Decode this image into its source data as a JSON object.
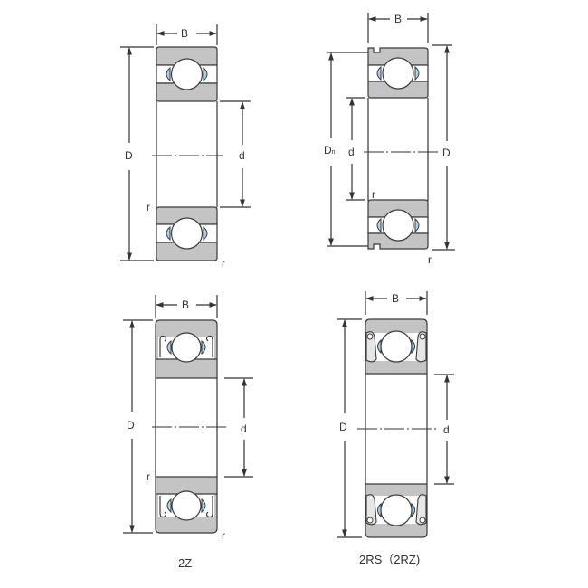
{
  "colors": {
    "ring_fill": "#c4c4c4",
    "ring_stroke": "#3a3a3a",
    "ball_fill": "#ffffff",
    "cage_fill": "#a9d4f0",
    "line": "#333333",
    "text": "#333333",
    "background": "#ffffff"
  },
  "diagrams": [
    {
      "id": "open",
      "labels": {
        "B": "B",
        "D": "D",
        "d": "d",
        "r_inner": "r",
        "r_outer": "r"
      },
      "caption": ""
    },
    {
      "id": "snap-ring-groove",
      "labels": {
        "B": "B",
        "Dn_main": "D",
        "Dn_sub": "n",
        "d": "d",
        "D": "D",
        "r_inner": "r",
        "r_outer": "r"
      },
      "caption": ""
    },
    {
      "id": "2Z",
      "labels": {
        "B": "B",
        "D": "D",
        "d": "d",
        "r_inner": "r",
        "r_outer": "r"
      },
      "caption": "2Z"
    },
    {
      "id": "2RS",
      "labels": {
        "B": "B",
        "D": "D",
        "d": "d"
      },
      "caption": "2RS（2RZ)"
    }
  ]
}
